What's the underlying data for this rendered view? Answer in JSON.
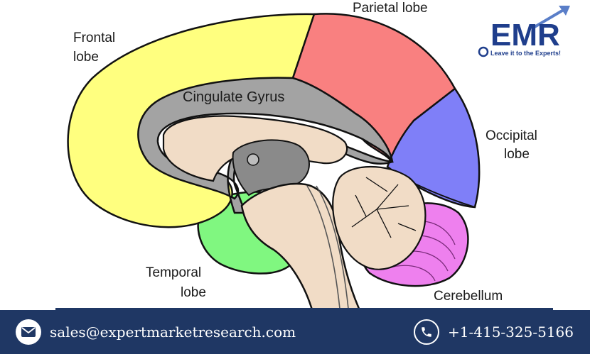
{
  "labels": {
    "parietal": "Parietal lobe",
    "frontal_1": "Frontal",
    "frontal_2": "lobe",
    "cingulate": "Cingulate Gyrus",
    "occipital_1": "Occipital",
    "occipital_2": "lobe",
    "temporal_1": "Temporal",
    "temporal_2": "lobe",
    "cerebellum": "Cerebellum"
  },
  "logo": {
    "brand": "EMR",
    "tagline": "Leave it to the Experts!"
  },
  "footer": {
    "email": "sales@expertmarketresearch.com",
    "phone": "+1-415-325-5166"
  },
  "icons": {
    "email": "envelope-icon",
    "phone": "phone-icon"
  },
  "colors": {
    "frontal": "#ffff7f",
    "parietal": "#f98080",
    "occipital": "#7f7ff8",
    "temporal": "#80f780",
    "cerebellum": "#ee80ee",
    "cingulate": "#a3a3a3",
    "brainstem": "#f1dcc6",
    "footer_bg": "#1f3764",
    "logo_blue": "#1f3e8c"
  }
}
